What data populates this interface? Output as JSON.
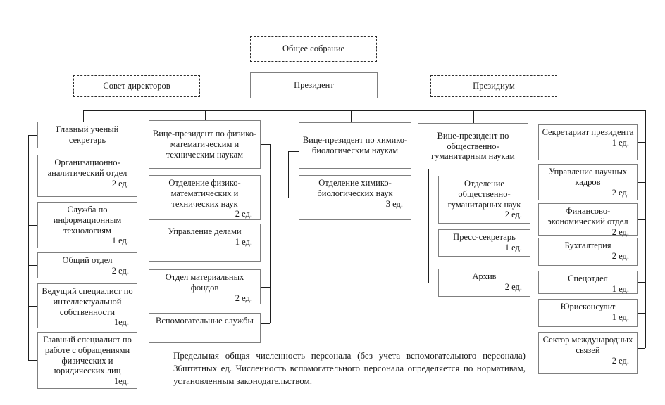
{
  "top": {
    "general_assembly": "Общее собрание",
    "president": "Президент",
    "board_of_directors": "Совет директоров",
    "presidium": "Президиум"
  },
  "columns": [
    {
      "boxes": [
        {
          "title": "Главный ученый секретарь",
          "count": ""
        },
        {
          "title": "Организационно-аналитический отдел",
          "count": "2 ед."
        },
        {
          "title": "Служба по информационным технологиям",
          "count": "1 ед."
        },
        {
          "title": "Общий отдел",
          "count": "2 ед."
        },
        {
          "title": "Ведущий специалист по интеллектуальной собственности",
          "count": "1ед."
        },
        {
          "title": "Главный специалист по работе с обращениями физических и юридических лиц",
          "count": "1ед."
        }
      ]
    },
    {
      "boxes": [
        {
          "title": "Вице-президент по физико-математическим и техническим наукам",
          "count": ""
        },
        {
          "title": "Отделение физико-математических и технических наук",
          "count": "2 ед."
        },
        {
          "title": "Управление делами",
          "count": "1 ед."
        },
        {
          "title": "Отдел материальных фондов",
          "count": "2 ед."
        },
        {
          "title": "Вспомогательные службы",
          "count": ""
        }
      ]
    },
    {
      "boxes": [
        {
          "title": "Вице-президент по химико-биологическим наукам",
          "count": ""
        },
        {
          "title": "Отделение химико-биологических наук",
          "count": "3 ед."
        }
      ]
    },
    {
      "boxes": [
        {
          "title": "Вице-президент по общественно-гуманитарным наукам",
          "count": ""
        },
        {
          "title": "Отделение общественно-гуманитарных наук",
          "count": "2 ед."
        },
        {
          "title": "Пресс-секретарь",
          "count": "1 ед."
        },
        {
          "title": "Архив",
          "count": "2 ед."
        }
      ]
    },
    {
      "boxes": [
        {
          "title": "Секретариат президента",
          "count": "1 ед."
        },
        {
          "title": "Управление научных кадров",
          "count": "2 ед."
        },
        {
          "title": "Финансово-экономический отдел",
          "count": "2 ед."
        },
        {
          "title": "Бухгалтерия",
          "count": "2 ед."
        },
        {
          "title": "Спецотдел",
          "count": "1 ед."
        },
        {
          "title": "Юрисконсульт",
          "count": "1 ед."
        },
        {
          "title": "Сектор международных связей",
          "count": "2 ед."
        }
      ]
    }
  ],
  "note": "Предельная общая численность персонала (без учета вспомогательного персонала) 36штатных ед. Численность вспомогательного персонала определяется по нормативам, установленным законодательством."
}
